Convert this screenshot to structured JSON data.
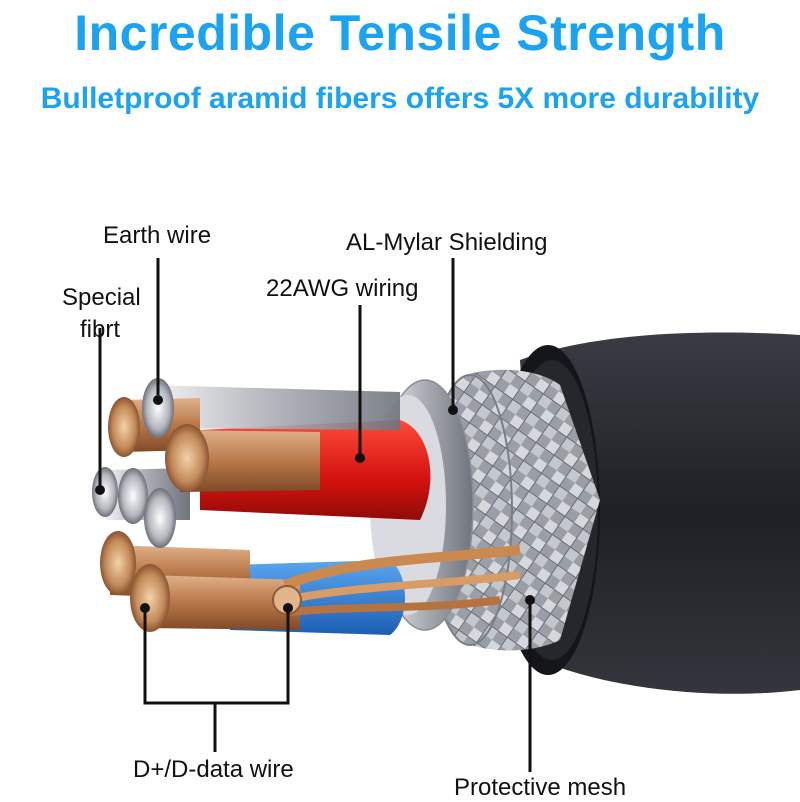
{
  "header": {
    "title": "Incredible Tensile Strength",
    "subtitle": "Bulletproof aramid fibers offers 5X more durability"
  },
  "labels": {
    "earth_wire": "Earth wire",
    "shielding": "AL-Mylar Shielding",
    "special_line1": "Special",
    "special_line2": "fibrt",
    "wiring": "22AWG wiring",
    "data_wire": "D+/D-data wire",
    "mesh": "Protective mesh"
  },
  "colors": {
    "accent": "#1aa3f0",
    "jacket": "#2b2d33",
    "copper": "#c58a5c",
    "red_wire": "#e8201c",
    "blue_wire": "#2f7fd6",
    "silver": "#b9bcc2"
  }
}
